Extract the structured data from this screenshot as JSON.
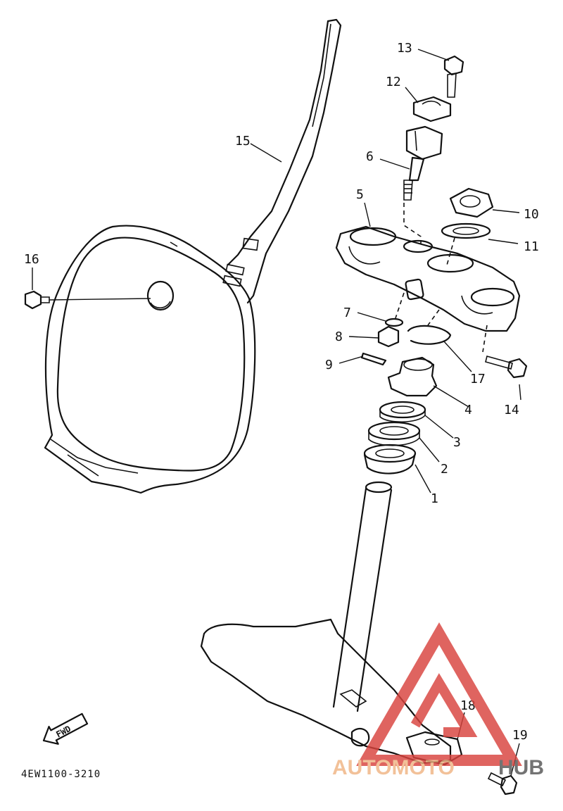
{
  "diagram": {
    "code": "4EW1100-3210",
    "fwd_label": "FWD",
    "callouts": [
      "1",
      "2",
      "3",
      "4",
      "5",
      "6",
      "7",
      "8",
      "9",
      "10",
      "11",
      "12",
      "13",
      "14",
      "15",
      "16",
      "17",
      "18",
      "19"
    ]
  },
  "watermark": {
    "text_left": "AUTOMOTO",
    "text_right": "HUB",
    "color_left": "#f0b483",
    "color_right": "#555555",
    "logo_color": "#d9433e"
  }
}
